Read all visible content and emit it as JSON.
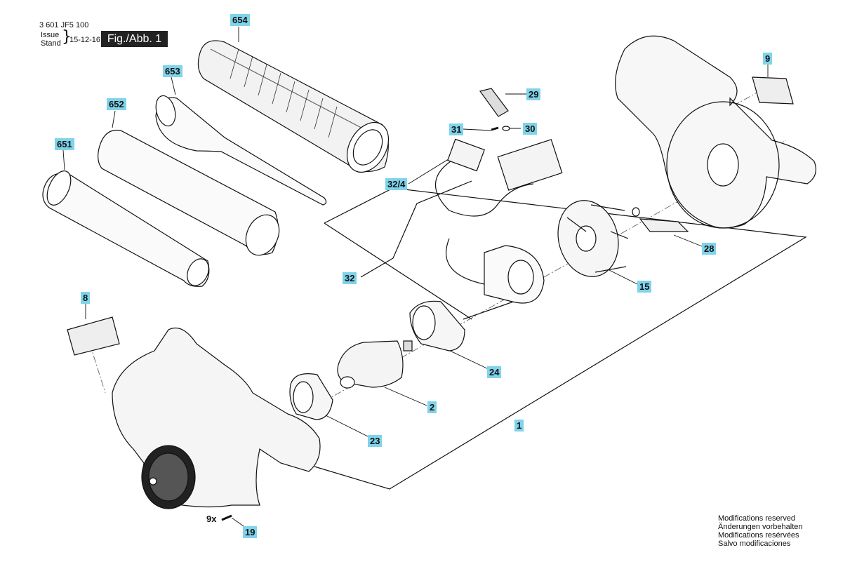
{
  "header": {
    "doc_number": "3 601 JF5 100",
    "issue_label": "Issue",
    "stand_label": "Stand",
    "issue_date": "15-12-16",
    "fig_label": "Fig./Abb. 1"
  },
  "parts": [
    "654",
    "653",
    "652",
    "651",
    "29",
    "31",
    "30",
    "9",
    "32/4",
    "32",
    "28",
    "15",
    "8",
    "24",
    "2",
    "1",
    "23",
    "19"
  ],
  "quantity_19": "9x",
  "footer": {
    "lines": [
      "Modifications reserved",
      "Änderungen vorbehalten",
      "Modifications resérvées",
      "Salvo modificaciones"
    ]
  }
}
